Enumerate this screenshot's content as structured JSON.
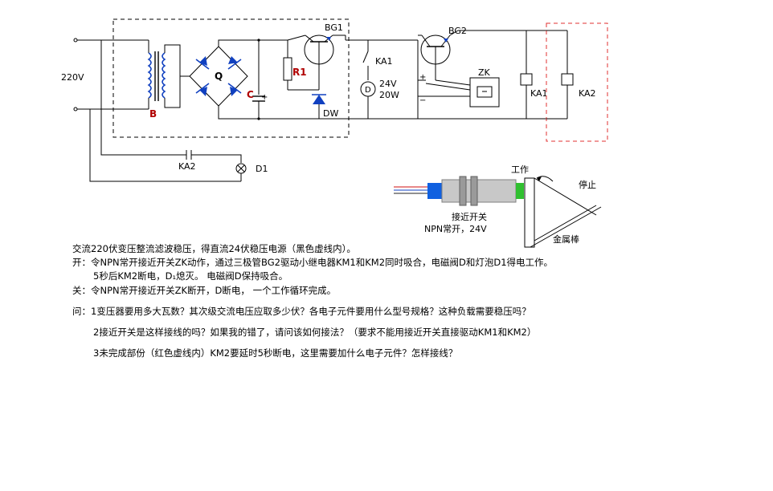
{
  "diagram": {
    "labels": {
      "voltage_in": "220V",
      "transformer": "B",
      "bridge": "Q",
      "capacitor": "C",
      "cap_plus": "+",
      "resistor": "R1",
      "transistor1": "BG1",
      "zener": "DW",
      "relay_contact_ka1": "KA1",
      "valve": "D",
      "valve_rating_v": "24V",
      "valve_rating_w": "20W",
      "transistor2": "BG2",
      "sensor": "ZK",
      "sensor_plus": "+",
      "sensor_minus": "−",
      "relay_coil_ka1": "KA1",
      "relay_coil_ka2": "KA2",
      "contact_ka2": "KA2",
      "lamp": "D1"
    },
    "sensor_drawing": {
      "label_work": "工作",
      "label_stop": "停止",
      "label_switch": "接近开关",
      "label_spec": "NPN常开，24V",
      "label_rod": "金属棒"
    },
    "colors": {
      "blue_component": "#1040c0",
      "red_dashed_box": "#e03030",
      "sensor_blue": "#1060e0",
      "sensor_green": "#30c030",
      "text_red": "#b00000"
    }
  },
  "text": {
    "line1": "交流220伏变压整流滤波稳压，得直流24伏稳压电源（黑色虚线内）。",
    "line2": "开：令NPN常开接近开关ZK动作，通过三极管BG2驱动小继电器KM1和KM2同时吸合，电磁阀D和灯泡D1得电工作。",
    "line3": "5秒后KM2断电，D₁熄灭。 电磁阀D保持吸合。",
    "line4": "关：令NPN常开接近开关ZK断开，D断电， 一个工作循环完成。",
    "q1": "问：1变压器要用多大瓦数？其次级交流电压应取多少伏？各电子元件要用什么型号规格？这种负载需要稳压吗？",
    "q2": "2接近开关是这样接线的吗？如果我的错了，请问该如何接法？（要求不能用接近开关直接驱动KM1和KM2）",
    "q3": "3未完成部份（红色虚线内）KM2要延时5秒断电，这里需要加什么电子元件？怎样接线？"
  }
}
